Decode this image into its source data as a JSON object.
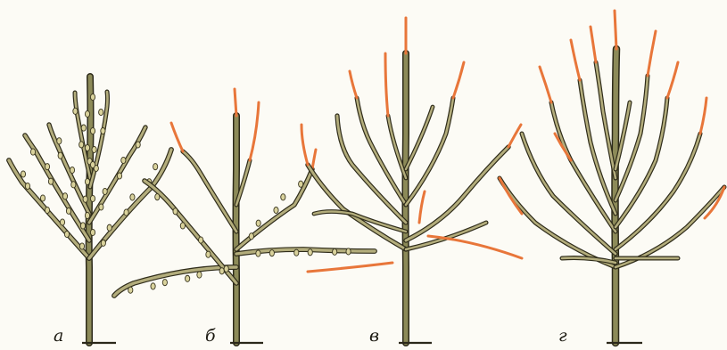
{
  "figure": {
    "labels": [
      "а",
      "б",
      "в",
      "г"
    ],
    "colors": {
      "old_wood": "#b3ad7c",
      "outline": "#2d2a1a",
      "young_growth": "#e8763a",
      "background": "#fcfbf5"
    }
  }
}
